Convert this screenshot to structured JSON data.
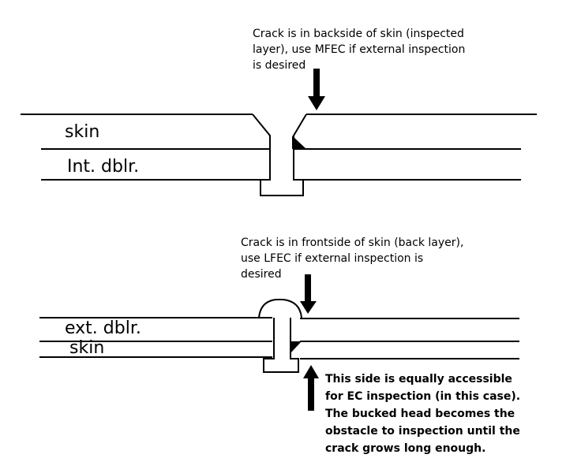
{
  "top_diagram": {
    "note_lines": [
      "Crack is in backside of skin (inspected",
      "layer), use MFEC if external inspection",
      "is desired"
    ],
    "label_skin": "skin",
    "label_doubler": "Int. dblr."
  },
  "bottom_diagram": {
    "note_lines": [
      "Crack is in frontside of skin (back layer),",
      "use LFEC if external inspection is",
      "desired"
    ],
    "label_doubler": "ext. dblr.",
    "label_skin": "skin",
    "side_note": {
      "line1": "This side is equally accessible",
      "line2_prefix": "for ",
      "line2_bold": "EC",
      "line2_suffix": " inspection (in this case).",
      "line3": "The bucked head becomes the",
      "line4": "obstacle to inspection until the",
      "line5": "crack grows long enough."
    }
  }
}
